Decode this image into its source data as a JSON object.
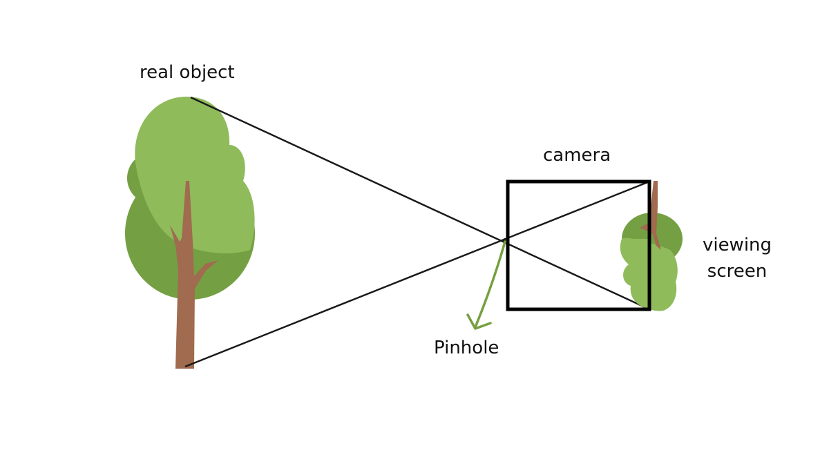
{
  "labels": {
    "real_object": "real object",
    "camera": "camera",
    "pinhole": "Pinhole",
    "viewing_screen_line1": "viewing",
    "viewing_screen_line2": "screen"
  },
  "colors": {
    "foliage_light": "#8fbb5a",
    "foliage_dark": "#74a043",
    "trunk": "#a06b4f",
    "line": "#1a1a1a",
    "camera_box": "#000000",
    "arrow": "#76a040"
  }
}
